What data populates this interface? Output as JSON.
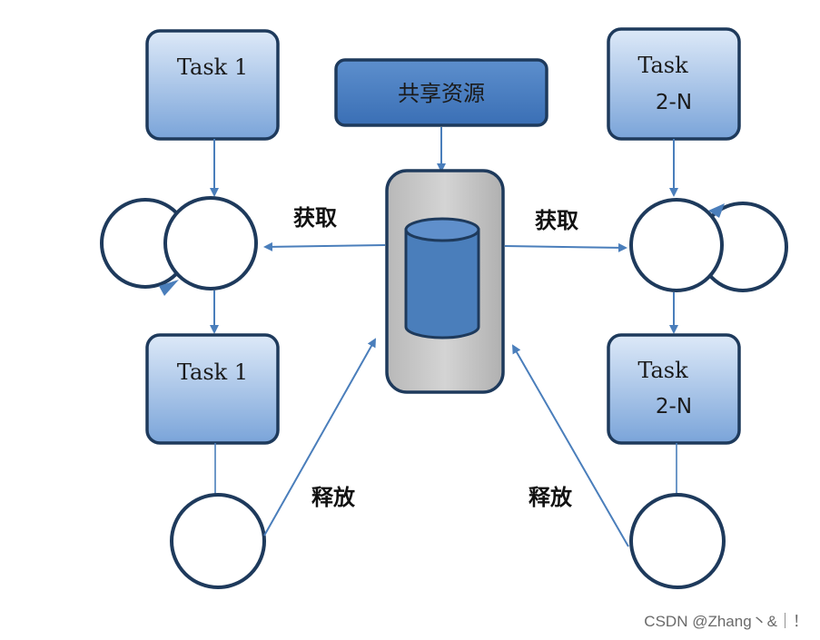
{
  "shared_resource": {
    "label": "共享资源"
  },
  "left": {
    "task_top": {
      "label": "Task 1"
    },
    "acquire": {
      "label": "获取"
    },
    "task_bottom": {
      "label": "Task 1"
    },
    "release": {
      "label": "释放"
    }
  },
  "right": {
    "task_top": {
      "line1": "Task",
      "line2": "2-N"
    },
    "acquire": {
      "label": "获取"
    },
    "task_bottom": {
      "line1": "Task",
      "line2": "2-N"
    },
    "release": {
      "label": "释放"
    }
  },
  "watermark": {
    "text": "CSDN @Zhang丶&｜！"
  },
  "colors": {
    "box_fill_top": "#dde9f8",
    "box_fill_bottom": "#7aa4d9",
    "box_stroke": "#1e3a5c",
    "arrow": "#4a7ebb",
    "container_fill": "#c4c4c4",
    "cylinder": "#4a7ebb"
  }
}
